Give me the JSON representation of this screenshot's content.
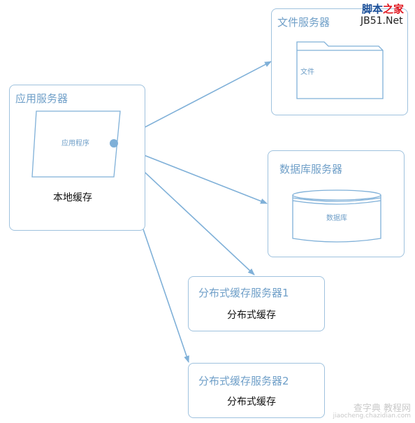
{
  "app_server": {
    "title": "应用服务器",
    "program_label": "应用程序",
    "local_cache": "本地缓存"
  },
  "file_server": {
    "title": "文件服务器",
    "folder_label": "文件"
  },
  "db_server": {
    "title": "数据库服务器",
    "db_label": "数据库"
  },
  "cache_server_1": {
    "title": "分布式缓存服务器1",
    "content": "分布式缓存"
  },
  "cache_server_2": {
    "title": "分布式缓存服务器2",
    "content": "分布式缓存"
  },
  "watermark_top": {
    "line1_part1": "脚本",
    "line1_part2": "之家",
    "line2": "JB51.Net"
  },
  "watermark_bottom": {
    "line1": "查字典 教程网",
    "line2": "jiaocheng.chazidian.com"
  },
  "colors": {
    "line": "#7fb0d8",
    "title": "#6f9fc8",
    "border": "#9fc2de",
    "text": "#111111"
  }
}
